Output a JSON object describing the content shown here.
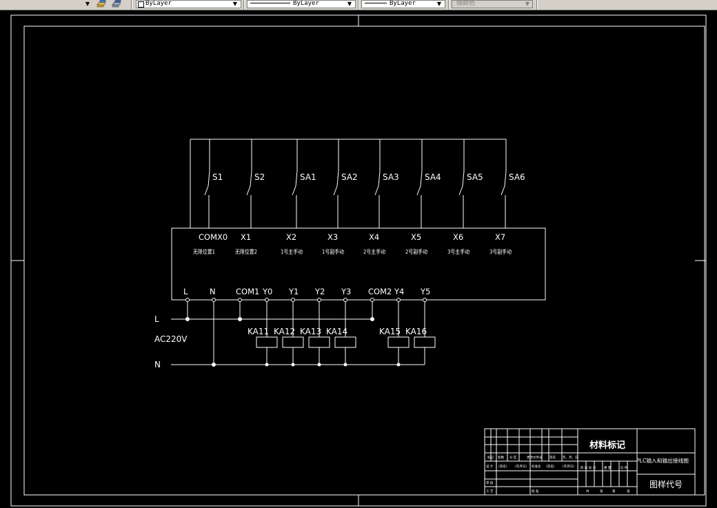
{
  "toolbar": {
    "layer_icon_a": "layer-manager-icon",
    "layer_icon_b": "layer-state-icon",
    "color_value": "ByLayer",
    "linetype_value": "ByLayer",
    "lineweight_value": "ByLayer",
    "plotstyle_value": "随颜色"
  },
  "drawing": {
    "inputs": {
      "switches": [
        "S1",
        "S2",
        "SA1",
        "SA2",
        "SA3",
        "SA4",
        "SA5",
        "SA6"
      ],
      "terminals": [
        "COMX0",
        "X1",
        "X2",
        "X3",
        "X4",
        "X5",
        "X6",
        "X7"
      ],
      "descriptions": [
        "无限位置1",
        "无限位置2",
        "1号主手动",
        "1号副手动",
        "2号主手动",
        "2号副手动",
        "3号主手动",
        "3号副手动"
      ]
    },
    "outputs": {
      "terminals": [
        "L",
        "N",
        "COM1",
        "Y0",
        "Y1",
        "Y2",
        "Y3",
        "COM2",
        "Y4",
        "Y5"
      ],
      "relays": [
        "KA11",
        "KA12",
        "KA13",
        "KA14",
        "KA15",
        "KA16"
      ]
    },
    "power": {
      "line_label": "L",
      "voltage_label": "AC220V",
      "neutral_label": "N"
    },
    "title_block": {
      "material_mark": "材料标记",
      "drawing_title": "PLC输入和输出接线图",
      "drawing_code": "图样代号",
      "row1": [
        "标记",
        "处数",
        "分 区",
        "更改文件号",
        "签名",
        "年、月、日"
      ],
      "row2": [
        "设 计",
        "(签名)",
        "(年月日)",
        "标准化",
        "(签名)",
        "(年月日)"
      ],
      "stage_labels": [
        "阶 段 标 记",
        "重 量",
        "比 例"
      ],
      "row3": [
        "审 核"
      ],
      "row4": [
        "工 艺",
        "批 准"
      ],
      "sheet_labels": [
        "共",
        "张",
        "第",
        "张"
      ]
    }
  }
}
